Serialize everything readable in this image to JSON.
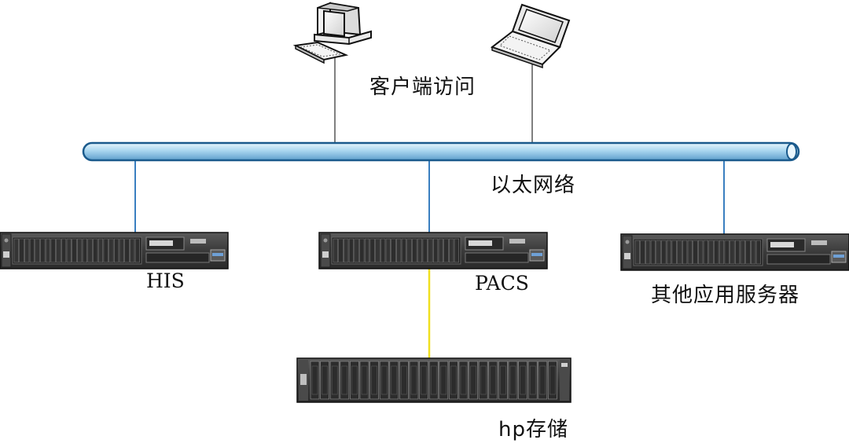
{
  "labels": {
    "client_access": "客户端访问",
    "ethernet": "以太网络",
    "his": "HIS",
    "pacs": "PACS",
    "other_servers": "其他应用服务器",
    "hp_storage": "hp存储"
  },
  "colors": {
    "bus_fill": "#b8dcf0",
    "bus_stroke": "#1a5a8c",
    "network_link": "#3a7fc0",
    "client_link": "#555555",
    "storage_link": "#f0e020",
    "server_body": "#3c3c3c",
    "server_bay": "#1e1e1e"
  },
  "icons": [
    "desktop-computer-icon",
    "laptop-icon",
    "rack-server-icon",
    "storage-array-icon"
  ]
}
